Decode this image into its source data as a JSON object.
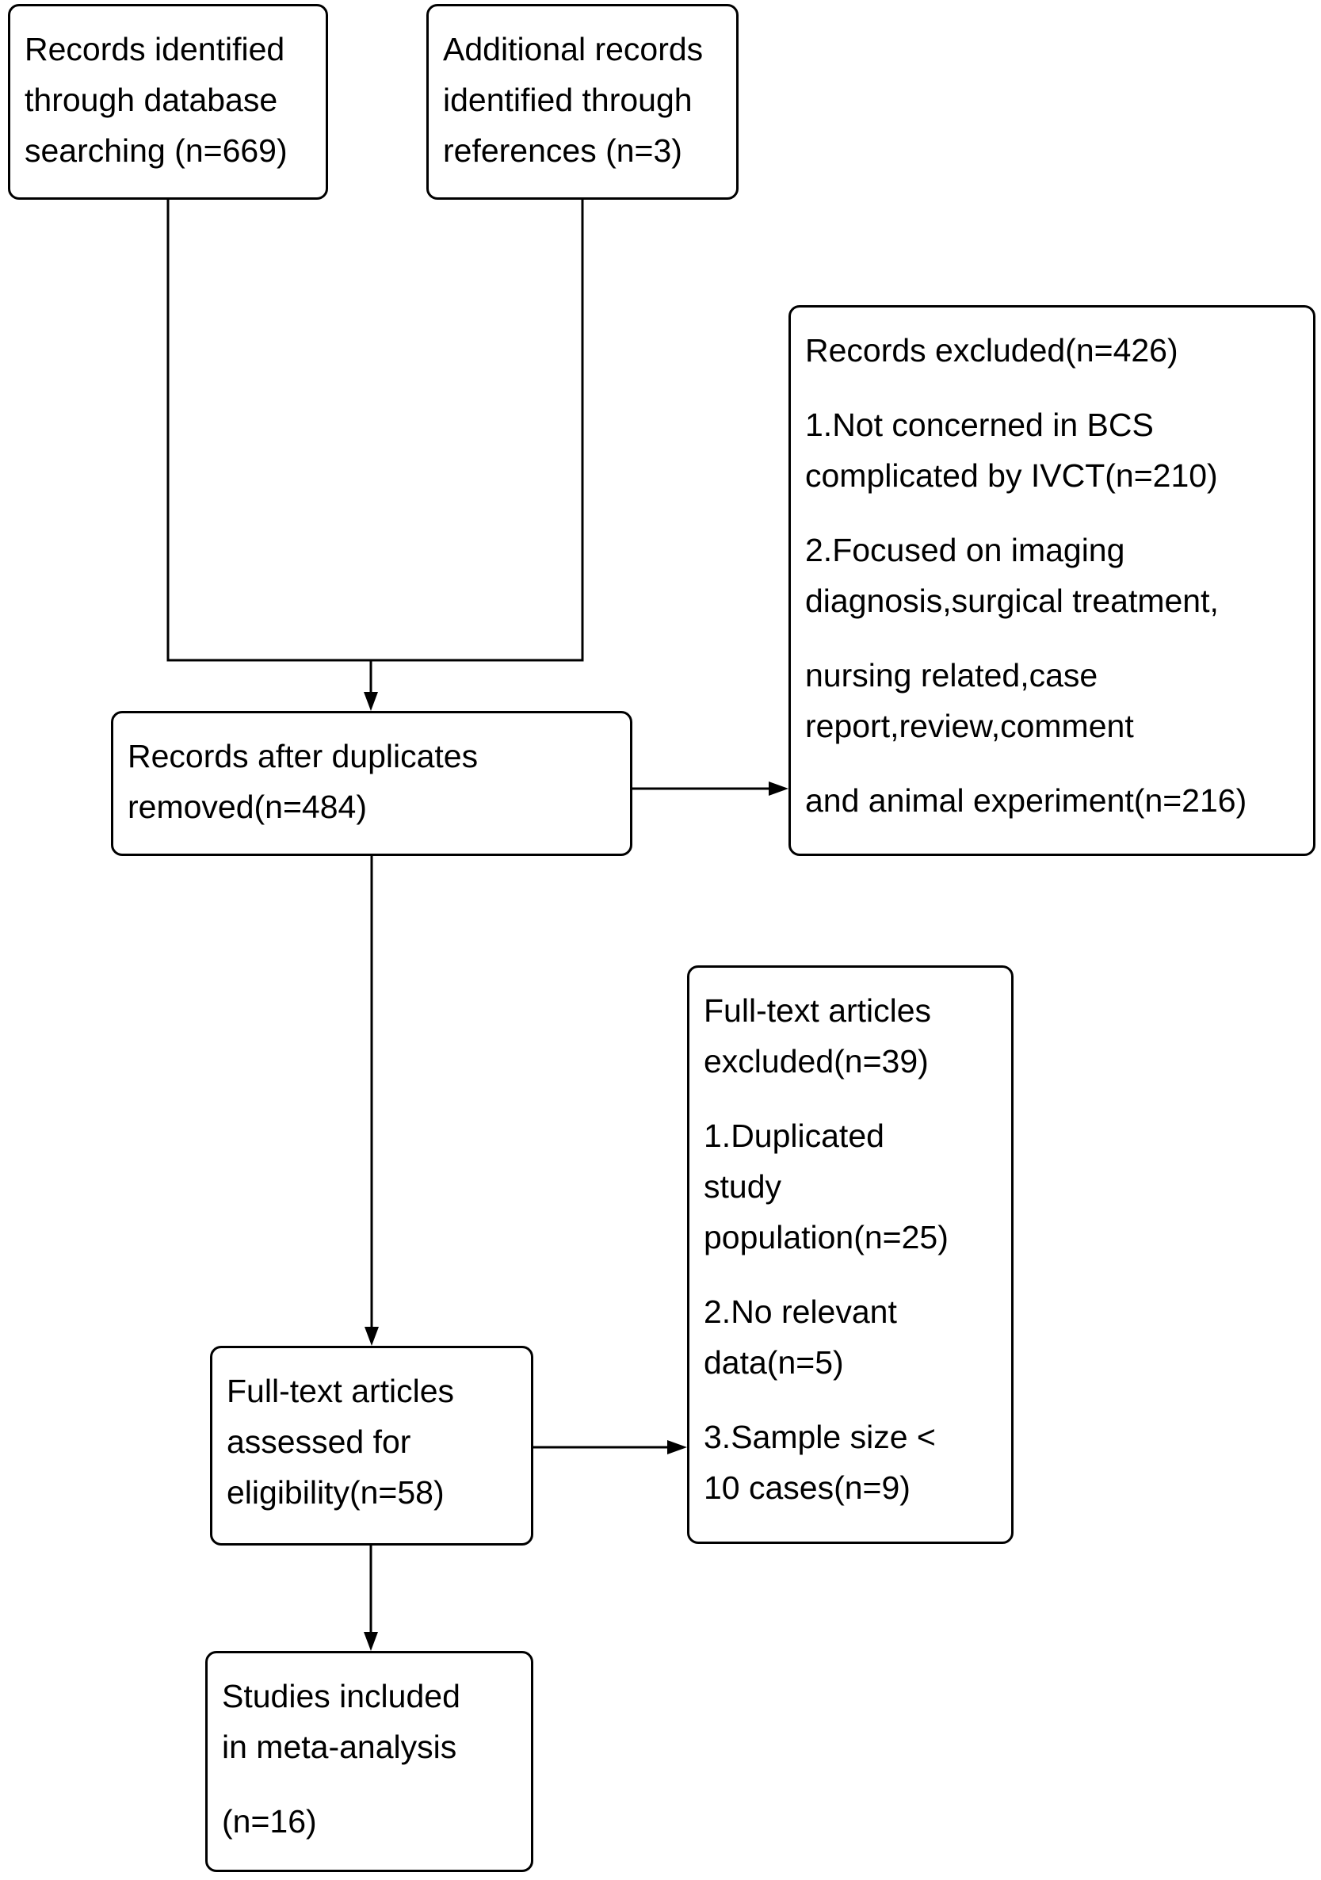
{
  "colors": {
    "background": "#ffffff",
    "box_border": "#000000",
    "text": "#000000",
    "connector": "#000000"
  },
  "boxes": {
    "identified": {
      "text": "Records identified\nthrough database\nsearching (n=669)",
      "count": 669
    },
    "additional": {
      "text": "Additional records\nidentified through\nreferences (n=3)",
      "count": 3
    },
    "duplicates_removed": {
      "text": "Records after duplicates\nremoved(n=484)",
      "count": 484
    },
    "records_excluded": {
      "count": 426,
      "paragraphs": [
        "Records excluded(n=426)",
        "1.Not concerned in BCS\ncomplicated by IVCT(n=210)",
        "2.Focused on imaging\ndiagnosis,surgical treatment,",
        "nursing related,case\nreport,review,comment",
        "and animal experiment(n=216)"
      ]
    },
    "assessed": {
      "text": "Full-text articles\nassessed for\neligibility(n=58)",
      "count": 58
    },
    "fulltext_excluded": {
      "count": 39,
      "paragraphs": [
        "Full-text articles\nexcluded(n=39)",
        "1.Duplicated\nstudy\npopulation(n=25)",
        "2.No relevant\ndata(n=5)",
        "3.Sample size <\n10 cases(n=9)"
      ]
    },
    "included": {
      "count": 16,
      "paragraphs": [
        "Studies included\nin meta-analysis",
        "(n=16)"
      ]
    }
  },
  "edges": [
    {
      "from": "identified",
      "to": "duplicates_removed"
    },
    {
      "from": "additional",
      "to": "duplicates_removed"
    },
    {
      "from": "duplicates_removed",
      "to": "records_excluded"
    },
    {
      "from": "duplicates_removed",
      "to": "assessed"
    },
    {
      "from": "assessed",
      "to": "fulltext_excluded"
    },
    {
      "from": "assessed",
      "to": "included"
    }
  ]
}
